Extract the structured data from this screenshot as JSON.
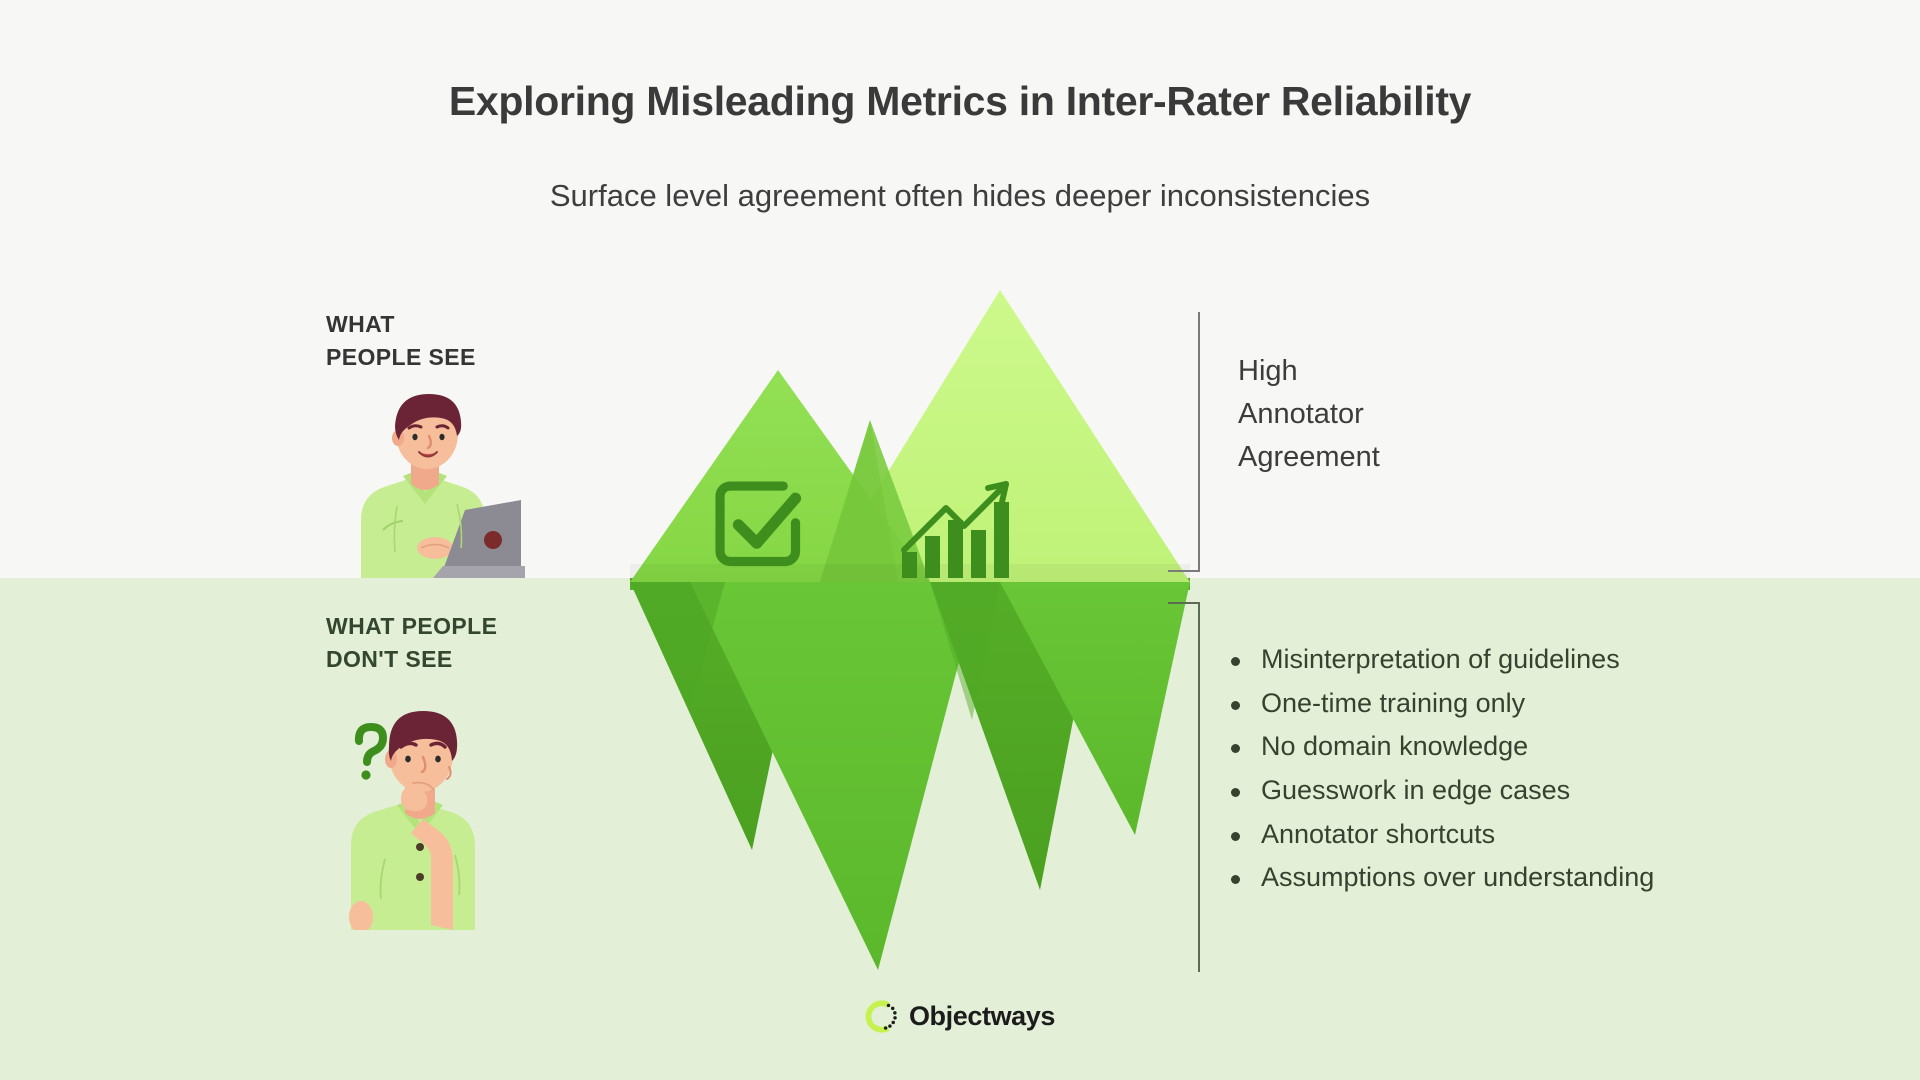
{
  "header": {
    "title": "Exploring Misleading Metrics in Inter-Rater Reliability",
    "subtitle": "Surface level agreement often hides deeper inconsistencies"
  },
  "sections": {
    "above": {
      "label": "WHAT\nPEOPLE SEE",
      "callout": "High\nAnnotator\nAgreement",
      "icons": [
        "checkbox-check-icon",
        "bar-chart-growth-icon"
      ],
      "illustration": "person-at-laptop-illustration"
    },
    "below": {
      "label": "WHAT PEOPLE\nDON'T SEE",
      "illustration": "person-thinking-question-mark-illustration",
      "bullets": [
        "Misinterpretation of guidelines",
        "One-time training only",
        "No domain knowledge",
        "Guesswork in edge cases",
        "Annotator shortcuts",
        "Assumptions over understanding"
      ]
    }
  },
  "footer": {
    "brand": "Objectways",
    "logo_icon": "objectways-ring-logo-icon"
  },
  "colors": {
    "sky_bg": "#F7F7F5",
    "water_bg": "#E3EFD6",
    "peak_light": "#C4F57E",
    "peak_mid": "#8BDB4A",
    "peak_overlap": "#7ACB3E",
    "submerged_light": "#62BE2F",
    "submerged_dark": "#4FA825",
    "icon_green": "#3E8E1E",
    "title_text": "#3A3A3A",
    "body_text": "#36422F",
    "bracket_line": "#7B7B7B",
    "accent_lime": "#C6F24F"
  }
}
